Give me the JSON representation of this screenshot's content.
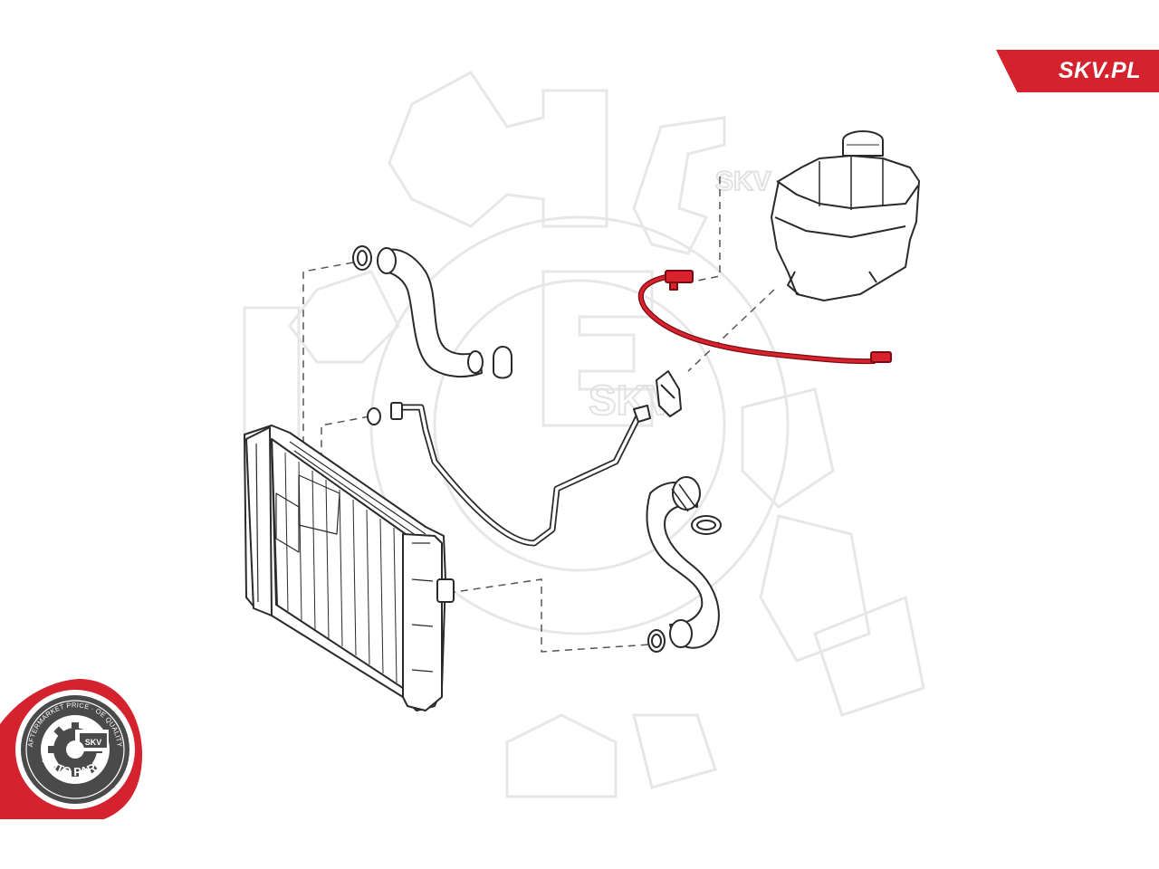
{
  "brand": {
    "site_label": "SKV.PL"
  },
  "watermark": {
    "text": "SKV"
  },
  "badge": {
    "top_text": "AFTERMARKET PRICE · OE QUALITY",
    "bottom_text": "AUTO PARTS",
    "center_text": "SKV"
  },
  "colors": {
    "accent": "#d4232f",
    "highlight_part": "#c8121e",
    "line_art": "#2a2a2a",
    "watermark": "#e9e9e9"
  },
  "icons": [
    "gear-watermark",
    "skv-gear-logo"
  ]
}
